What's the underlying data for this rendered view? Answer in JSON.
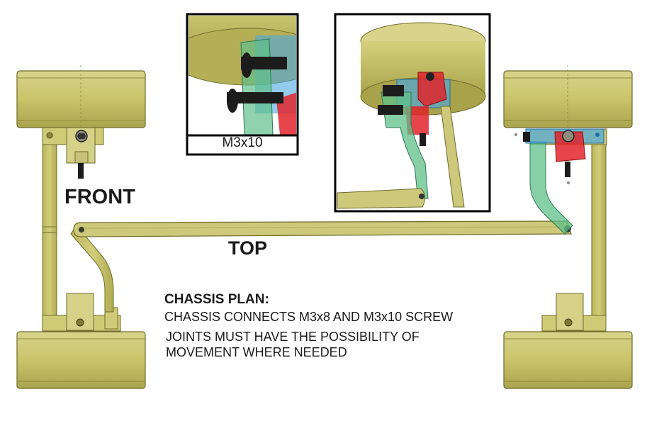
{
  "labels": {
    "front": "FRONT",
    "top": "TOP"
  },
  "notes": {
    "title": "CHASSIS PLAN:",
    "line1": "CHASSIS CONNECTS M3x8 AND M3x10 SCREW",
    "line2": "JOINTS MUST HAVE THE POSSIBILITY OF",
    "line3": "MOVEMENT WHERE NEEDED"
  },
  "inset": {
    "caption": "M3x10"
  },
  "colors": {
    "part_olive": "#c9c46a",
    "part_edge": "#6f6b2a",
    "joint_green": "#5fbf8a",
    "joint_blue": "#4aa8e0",
    "joint_red": "#e0242b",
    "screw_black": "#1c1c1c",
    "frame_black": "#000000"
  }
}
